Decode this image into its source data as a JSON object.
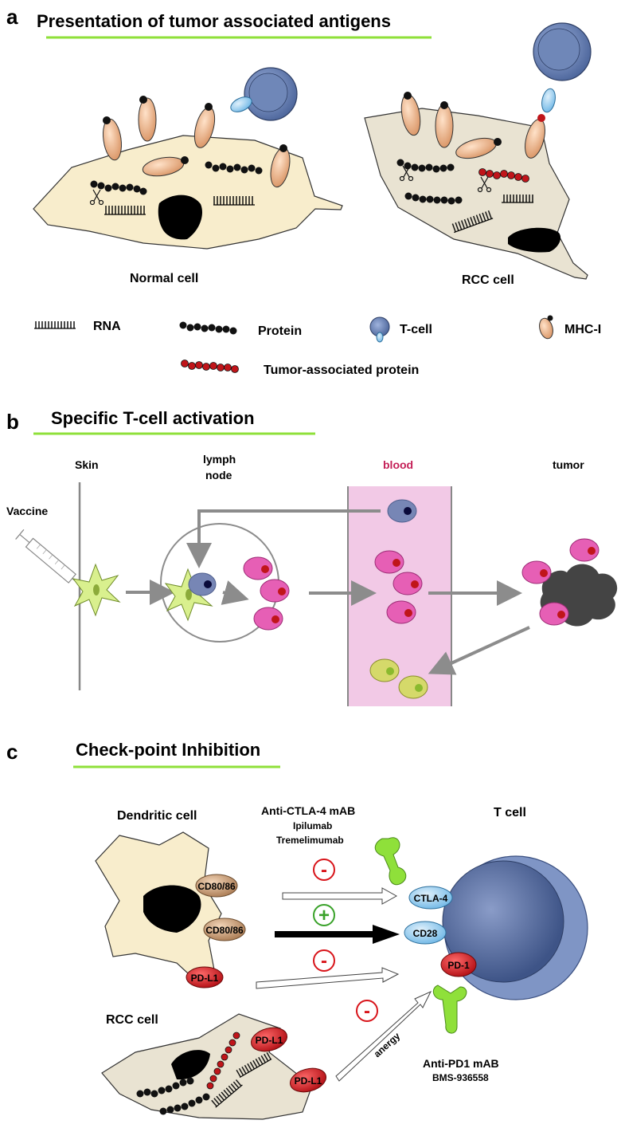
{
  "panel_a": {
    "letter": "a",
    "title": "Presentation of tumor associated antigens",
    "normal_cell_label": "Normal cell",
    "rcc_cell_label": "RCC cell",
    "legend": {
      "rna": "RNA",
      "protein": "Protein",
      "tcell": "T-cell",
      "mhc": "MHC-I",
      "tumor_protein": "Tumor-associated protein"
    }
  },
  "panel_b": {
    "letter": "b",
    "title": "Specific T-cell activation",
    "skin": "Skin",
    "lymph_line1": "lymph",
    "lymph_line2": "node",
    "blood": "blood",
    "tumor": "tumor",
    "vaccine": "Vaccine"
  },
  "panel_c": {
    "letter": "c",
    "title": "Check-point Inhibition",
    "dendritic_cell": "Dendritic cell",
    "anti_ctla4": "Anti-CTLA-4 mAB",
    "ipilumab": "Ipilumab",
    "tremelimumab": "Tremelimumab",
    "t_cell": "T cell",
    "cd80_86_top": "CD80/86",
    "cd80_86_bottom": "CD80/86",
    "ctla4": "CTLA-4",
    "cd28": "CD28",
    "pdl1_dc": "PD-L1",
    "pd1": "PD-1",
    "rcc_cell": "RCC cell",
    "pdl1_rcc_top": "PD-L1",
    "pdl1_rcc_bottom": "PD-L1",
    "anergy": "anergy",
    "anti_pd1": "Anti-PD1 mAB",
    "bms": "BMS-936558",
    "minus1": "-",
    "plus": "+",
    "minus2": "-",
    "minus3": "-"
  },
  "colors": {
    "green_underline": "#8fe03a",
    "normal_cell": "#f8edcc",
    "rcc_cell": "#e9e3d2",
    "mhc": "#eab88f",
    "tcell_blue": "#6f87b8",
    "tcell_light": "#7cc3ea",
    "protein": "#111111",
    "tumor_protein": "#c0151a",
    "blood_band": "#f2c9e6",
    "blood_text": "#c41f57",
    "pink_cell": "#e65fb5",
    "arrow_grey": "#8c8c8c",
    "antibody_green": "#8fe03a",
    "pd_red": "#d8141a",
    "cd80_brown": "#c9a27c",
    "sign_red": "#d8141a",
    "sign_green": "#3aa22a"
  }
}
